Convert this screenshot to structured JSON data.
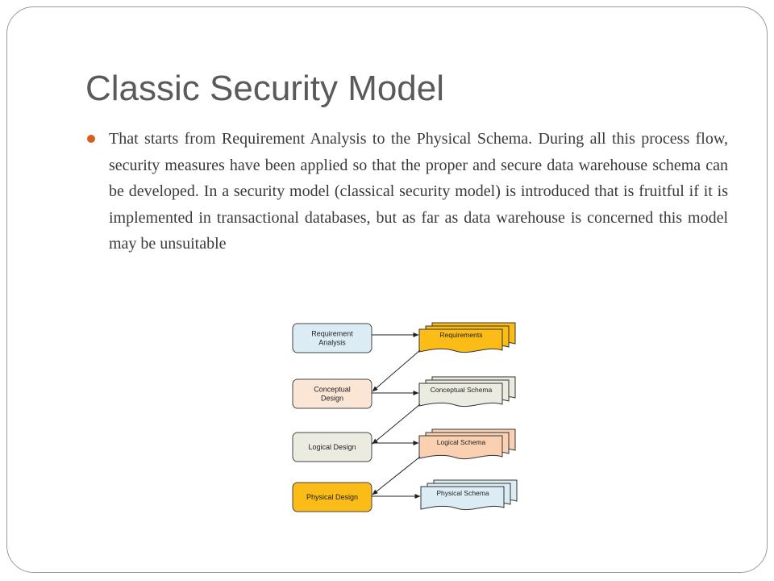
{
  "slide": {
    "title": "Classic Security Model",
    "bullet": "That starts  from Requirement Analysis to the Physical Schema. During all this process flow, security measures have been applied so that the proper and secure data warehouse schema can be developed. In a security model (classical security model) is introduced that is fruitful if it is implemented in transactional databases, but as far as data warehouse is concerned this model may be unsuitable"
  },
  "diagram": {
    "processes": [
      {
        "lines": [
          "Requirement",
          "Analysis"
        ],
        "fill": "#dcecf4"
      },
      {
        "lines": [
          "Conceptual",
          "Design"
        ],
        "fill": "#fbe6d6"
      },
      {
        "lines": [
          "Logical Design"
        ],
        "fill": "#ebebe1"
      },
      {
        "lines": [
          "Physical Design"
        ],
        "fill": "#fbbc18"
      }
    ],
    "documents": [
      {
        "label": "Requirements",
        "fill": "#fbbc18"
      },
      {
        "label": "Conceptual Schema",
        "fill": "#ebebe1"
      },
      {
        "label": "Logical Schema",
        "fill": "#fad0b3"
      },
      {
        "label": "Physical Schema",
        "fill": "#dcecf4"
      }
    ]
  }
}
